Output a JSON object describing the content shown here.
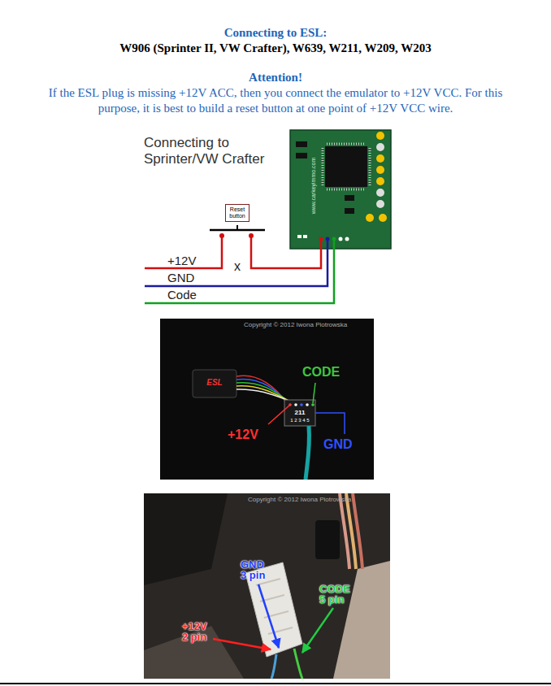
{
  "diagram": {
    "title": "Connecting to ESL:",
    "nodes": [
      {
        "text": [
          "Reset button"
        ]
      }
    ],
    "labels": [
      "W906 (Sprinter II, VW Crafter), W639, W211, W209, W203",
      "Attention!",
      "If the ESL plug is missing +12V ACC, then you connect the emulator to +12V VCC. For this purpose, it is best to build a reset button at one point of +12V VCC wire.",
      "Connecting to Sprinter/VW Crafter",
      "www.carkeyimmo.com",
      "+12V",
      "x",
      "GND",
      "Code",
      "Copyright © 2012 Iwona Piotrowska",
      "ESL",
      "CODE",
      "211",
      "1 2 3 4 5",
      "+12V",
      "GND",
      "Copyright © 2012 Iwona Piotrowska",
      "GND 3 pin",
      "CODE 5 pin",
      "+12V 2 pin"
    ]
  }
}
